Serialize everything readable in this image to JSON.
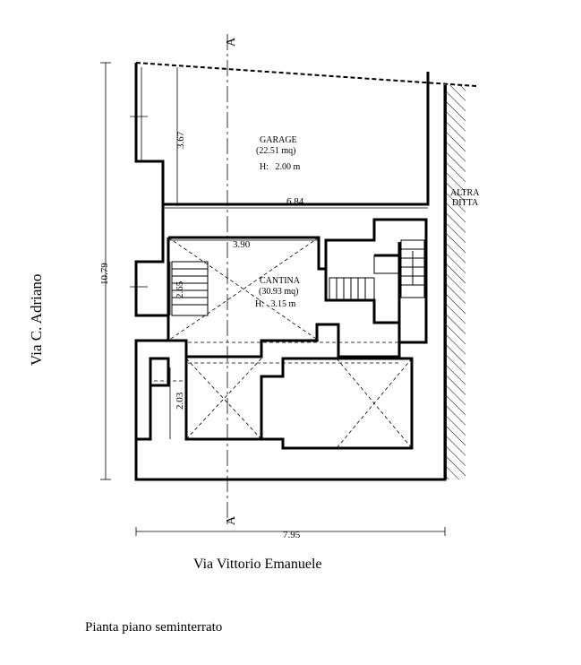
{
  "rooms": {
    "garage": {
      "name": "GARAGE",
      "area": "(22.51 mq)",
      "height": "H:   2.00 m"
    },
    "cantina": {
      "name": "CANTINA",
      "area": "(30.93 mq)",
      "height": "H:   3.15 m"
    }
  },
  "dimensions": {
    "total_height": "10.79",
    "garage_height": "3.67",
    "garage_width": "6.84",
    "cantina_width": "3.90",
    "stair_height": "2.65",
    "lower_height": "2.03",
    "total_width": "7.95"
  },
  "neighbour": {
    "line1": "ALTRA",
    "line2": "DITTA"
  },
  "section_marker": "A",
  "streets": {
    "left": "Via C. Adriano",
    "bottom": "Via Vittorio Emanuele"
  },
  "caption": "Pianta piano seminterrato"
}
